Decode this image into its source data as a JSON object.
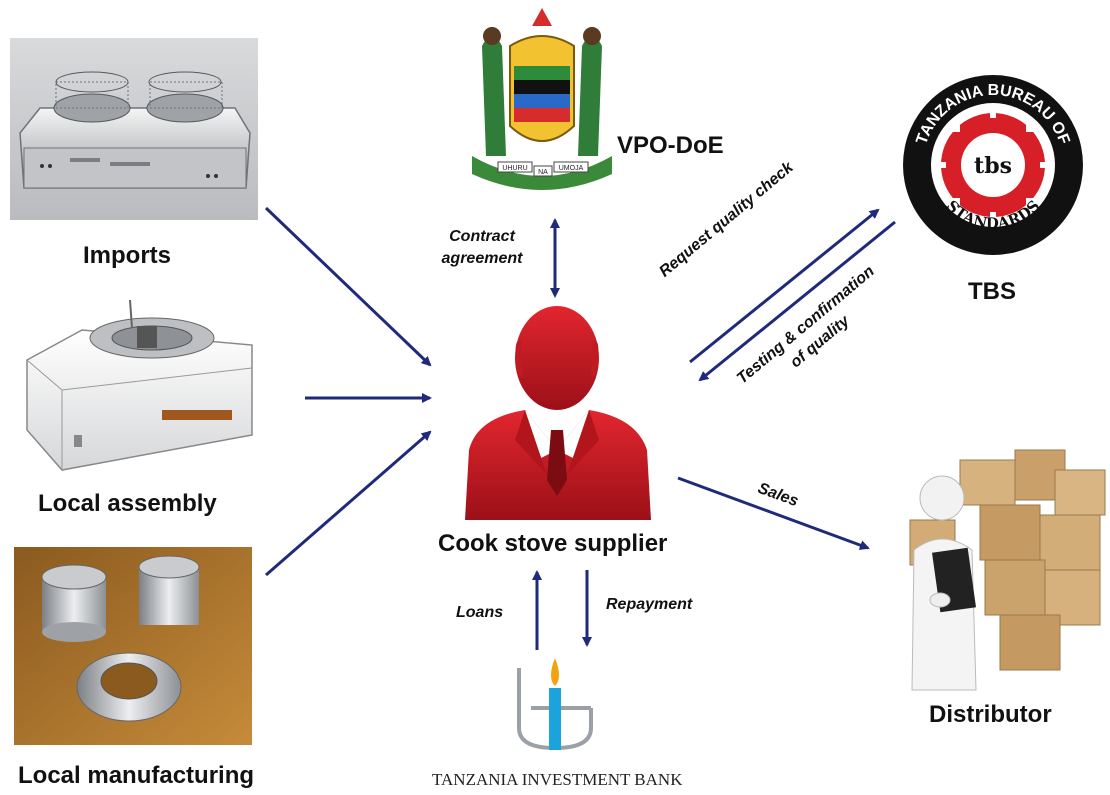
{
  "colors": {
    "arrow": "#1f2a7a",
    "supplier_red": "#d0202a",
    "supplier_dark": "#8e0f16",
    "tbs_red": "#d61f26"
  },
  "nodes": {
    "imports": "Imports",
    "local_assembly": "Local assembly",
    "local_manufacturing": "Local manufacturing",
    "vpo_doe": "VPO-DoE",
    "tbs": "TBS",
    "supplier": "Cook stove supplier",
    "distributor": "Distributor",
    "bank": "TANZANIA INVESTMENT BANK"
  },
  "edges": {
    "contract_1": "Contract",
    "contract_2": "agreement",
    "request_quality": "Request quality check",
    "testing_1": "Testing & confirmation",
    "testing_2": "of quality",
    "sales": "Sales",
    "loans": "Loans",
    "repayment": "Repayment"
  },
  "logos": {
    "tbs_ring": "TANZANIA BUREAU OF",
    "tbs_bottom": "STANDARDS",
    "tbs_center": "tbs",
    "coat_left": "UHURU",
    "coat_mid": "NA",
    "coat_right": "UMOJA"
  },
  "icons": [
    "stove-import-image",
    "stove-assembly-image",
    "stove-parts-image",
    "coat-of-arms-icon",
    "tbs-logo-icon",
    "supplier-person-icon",
    "distributor-boxes-image",
    "bank-logo-icon"
  ]
}
